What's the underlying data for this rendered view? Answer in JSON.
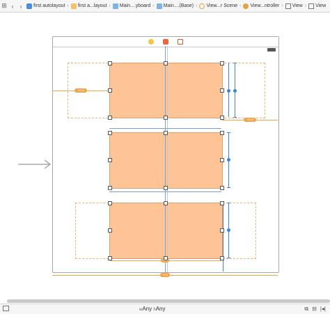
{
  "breadcrumbs": [
    {
      "label": "first autolayout",
      "icon": "xcode-project-icon"
    },
    {
      "label": "first a...layout",
      "icon": "folder-icon"
    },
    {
      "label": "Main....yboard",
      "icon": "storyboard-file-icon"
    },
    {
      "label": "Main....(Base)",
      "icon": "storyboard-file-icon"
    },
    {
      "label": "View...r Scene",
      "icon": "scene-icon"
    },
    {
      "label": "View...ntroller",
      "icon": "view-controller-icon"
    },
    {
      "label": "View",
      "icon": "view-icon"
    },
    {
      "label": "View",
      "icon": "view-icon"
    }
  ],
  "constraints": {
    "left_value": "+10.8",
    "right_value": "+10.8",
    "bottom_value": "+0.0",
    "scene_width_value": "+0.0"
  },
  "bottom": {
    "width_prefix": "w",
    "width_value": "Any",
    "height_prefix": "h",
    "height_value": "Any",
    "right_icons": [
      "⧉",
      "⊟",
      "|◂|"
    ]
  },
  "colors": {
    "box_fill": "#fec495",
    "constraint_orange": "#f0a54b",
    "constraint_blue": "#3d84d6"
  }
}
